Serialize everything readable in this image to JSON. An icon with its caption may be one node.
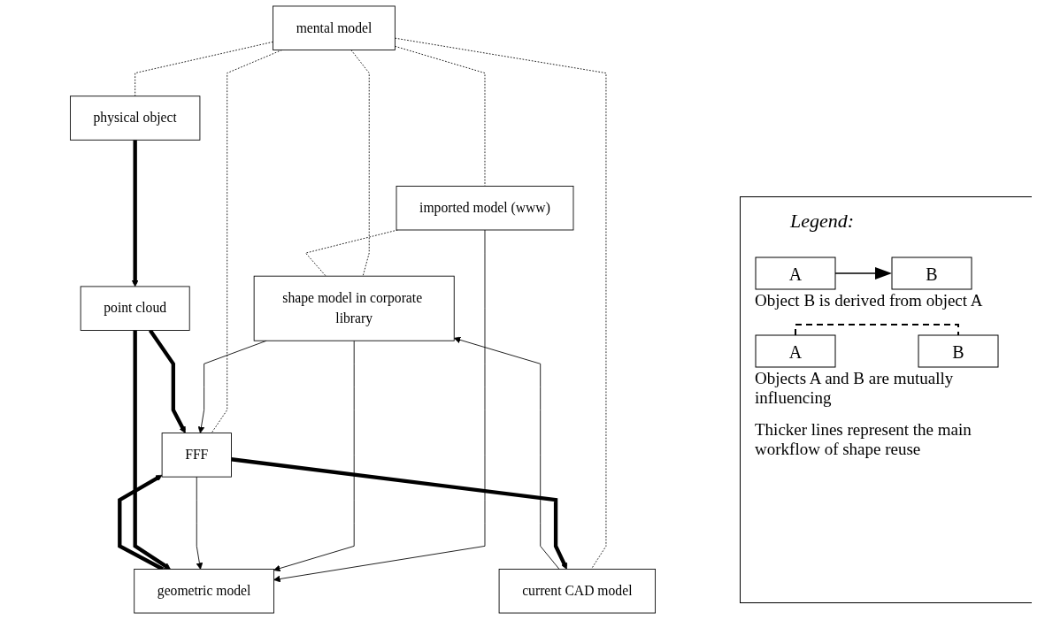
{
  "diagram": {
    "nodes": [
      {
        "text": [
          "mental model"
        ]
      },
      {
        "text": [
          "imported model (www)"
        ]
      },
      {
        "text": [
          "shape model in corporate library"
        ]
      },
      {
        "text": [
          "current CAD model"
        ]
      },
      {
        "text": [
          "FFF"
        ]
      },
      {
        "text": [
          "physical object"
        ]
      },
      {
        "text": [
          "point cloud"
        ]
      },
      {
        "text": [
          "geometric model"
        ]
      }
    ],
    "edges": [
      {
        "from": 0,
        "to": 1,
        "arrow": "none",
        "style": "dashed"
      },
      {
        "from": 0,
        "to": 2,
        "arrow": "none",
        "style": "dashed"
      },
      {
        "from": 1,
        "to": 2,
        "arrow": "none",
        "style": "dashed"
      },
      {
        "from": 0,
        "to": 3,
        "arrow": "none",
        "style": "dashed"
      },
      {
        "from": 0,
        "to": 4,
        "arrow": "none",
        "style": "dashed"
      },
      {
        "from": 0,
        "to": 5,
        "arrow": "none",
        "style": "dashed"
      },
      {
        "from": 1,
        "to": 7,
        "arrow": "to"
      },
      {
        "from": 3,
        "to": 2,
        "arrow": "to"
      },
      {
        "from": 2,
        "to": 4,
        "arrow": "to"
      },
      {
        "from": 2,
        "to": 7,
        "arrow": "to"
      },
      {
        "from": 4,
        "to": 7,
        "arrow": "to"
      },
      {
        "from": 4,
        "to": 3,
        "arrow": "to",
        "style": "thick"
      },
      {
        "from": 7,
        "to": 4,
        "arrow": "to",
        "style": "thick"
      },
      {
        "from": 5,
        "to": 6,
        "arrow": "to",
        "style": "thick"
      },
      {
        "from": 6,
        "to": 4,
        "arrow": "to",
        "style": "thick"
      },
      {
        "from": 6,
        "to": 7,
        "arrow": "to",
        "style": "thick"
      }
    ],
    "labels": [
      "Legend:",
      "A",
      "B",
      "A",
      "B",
      "Thicker lines represent the main workflow of shape reuse"
    ],
    "legend": [
      {
        "text": "Object B is derived from object A"
      },
      {
        "text": "Objects A and B are mutually influencing"
      }
    ]
  }
}
